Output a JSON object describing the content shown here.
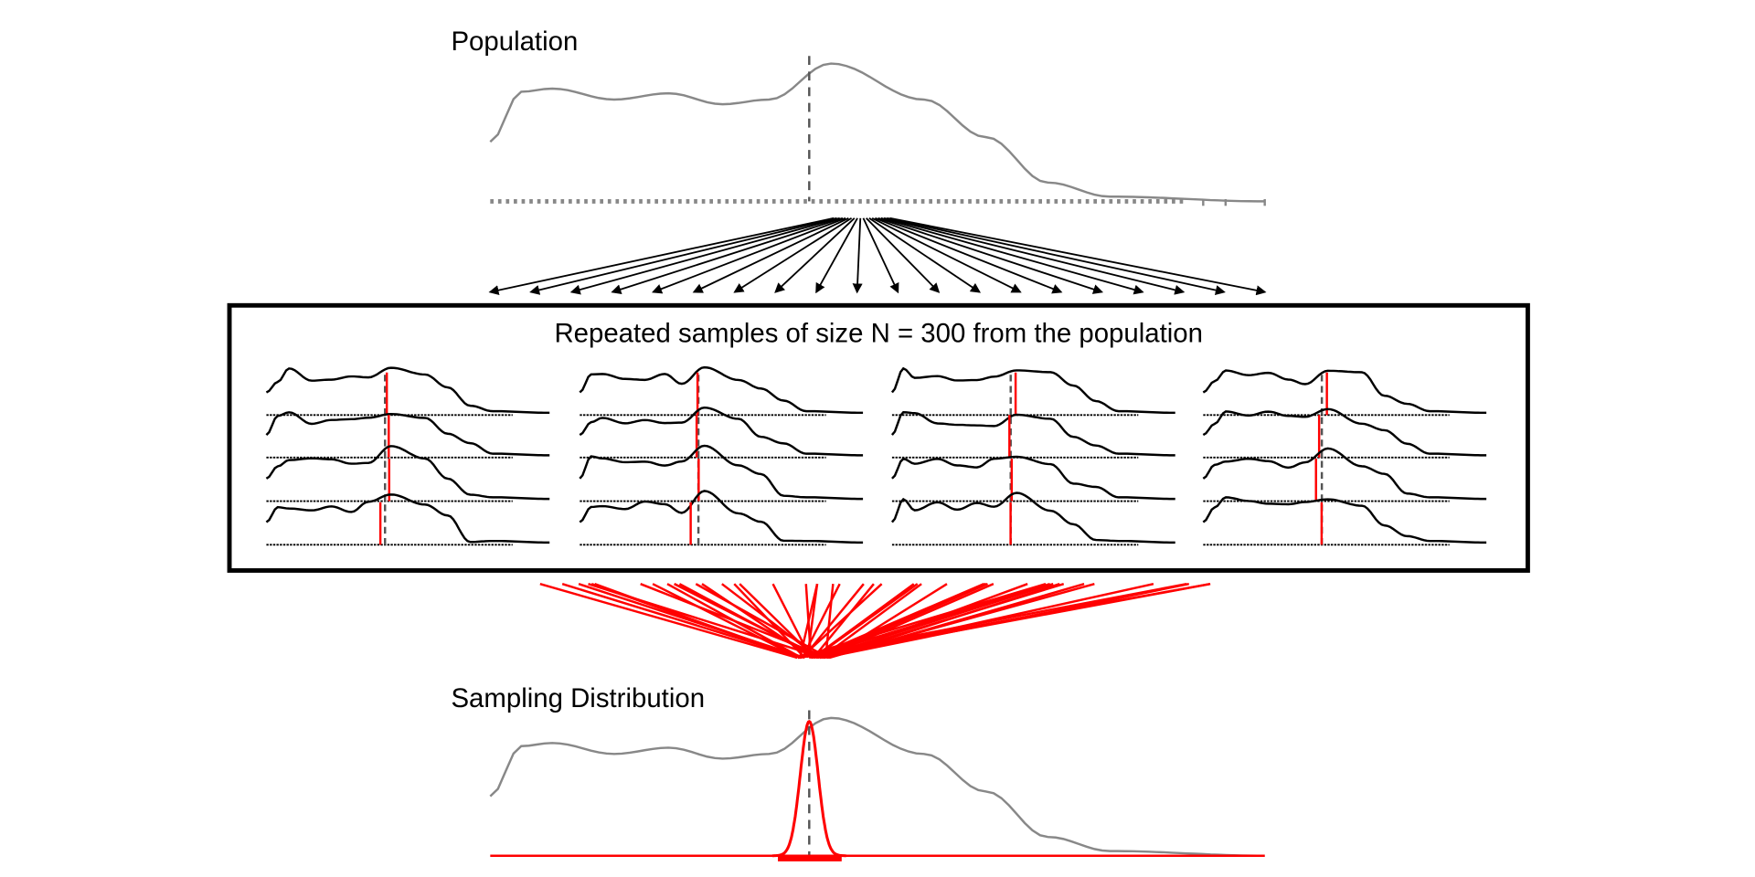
{
  "population": {
    "title": "Population"
  },
  "samples": {
    "title": "Repeated samples of size N = 300 from the population",
    "sample_size": 300,
    "columns": 4,
    "rows": 4
  },
  "sampling": {
    "title": "Sampling Distribution"
  },
  "colors": {
    "population": "#888888",
    "sample": "#000000",
    "mean": "#ff0000",
    "mean_line": "#555555"
  }
}
